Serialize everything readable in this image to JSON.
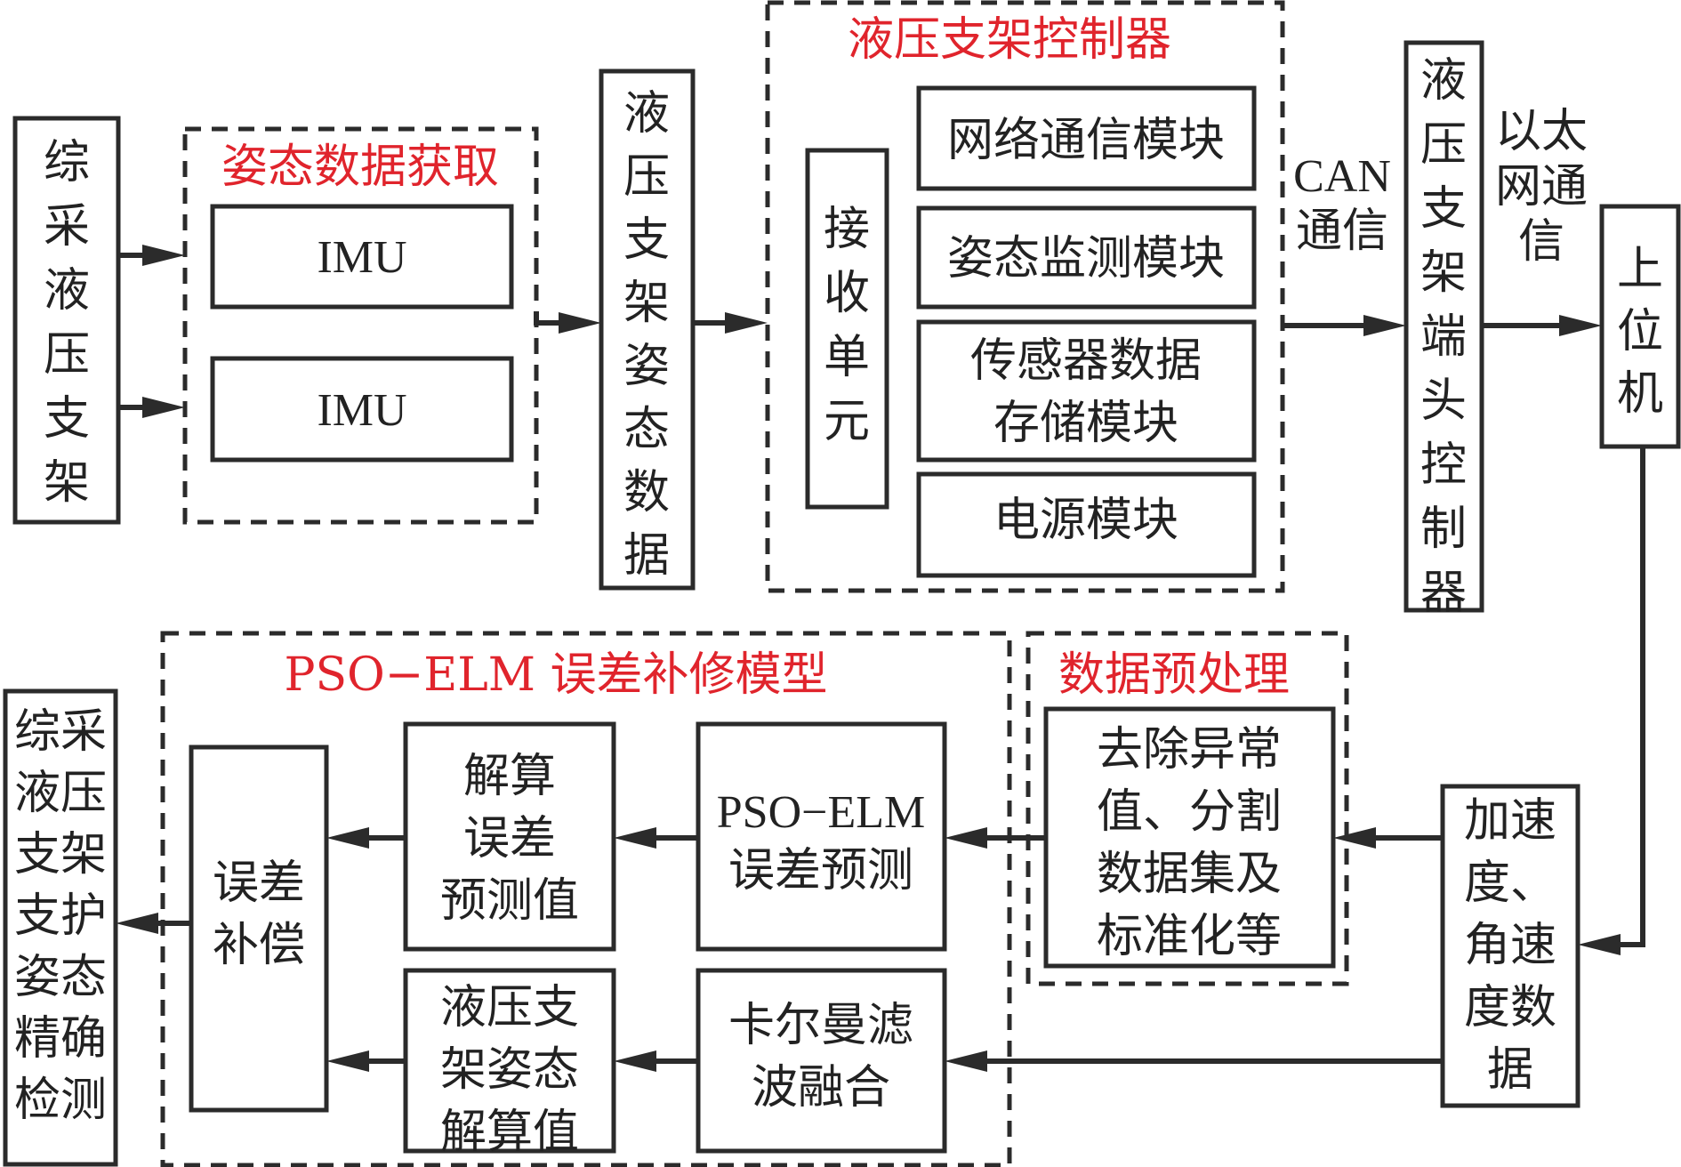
{
  "colors": {
    "title": "#e0242c",
    "stroke": "#2b2b2b",
    "text": "#222222"
  },
  "nodes": {
    "source": [
      "综",
      "采",
      "液",
      "压",
      "支",
      "架"
    ],
    "acq_title": "姿态数据获取",
    "imu1": "IMU",
    "imu2": "IMU",
    "attitude_data": [
      "液",
      "压",
      "支",
      "架",
      "姿",
      "态",
      "数",
      "据"
    ],
    "ctrl_title": "液压支架控制器",
    "recv": [
      "接",
      "收",
      "单",
      "元"
    ],
    "mod_net": "网络通信模块",
    "mod_att": "姿态监测模块",
    "mod_store": [
      "传感器数据",
      "存储模块"
    ],
    "mod_power": "电源模块",
    "can_label": [
      "CAN",
      "通信"
    ],
    "end_ctrl": [
      "液",
      "压",
      "支",
      "架",
      "端",
      "头",
      "控",
      "制",
      "器"
    ],
    "eth_label": [
      "以太",
      "网通",
      "信"
    ],
    "host": [
      "上",
      "位",
      "机"
    ],
    "accel": [
      "加速",
      "度、",
      "角速",
      "度数",
      "据"
    ],
    "pre_title": "数据预处理",
    "pre_box": [
      "去除异常",
      "值、分割",
      "数据集及",
      "标准化等"
    ],
    "model_title": "PSO−ELM 误差补修模型",
    "pso_box": [
      "PSO−ELM",
      "误差预测"
    ],
    "kalman": [
      "卡尔曼滤",
      "波融合"
    ],
    "err_pred": [
      "解算",
      "误差",
      "预测值"
    ],
    "att_solve": [
      "液压支",
      "架姿态",
      "解算值"
    ],
    "comp": [
      "误差",
      "补偿"
    ],
    "output": [
      "综采",
      "液压",
      "支架",
      "支护",
      "姿态",
      "精确",
      "检测"
    ]
  }
}
